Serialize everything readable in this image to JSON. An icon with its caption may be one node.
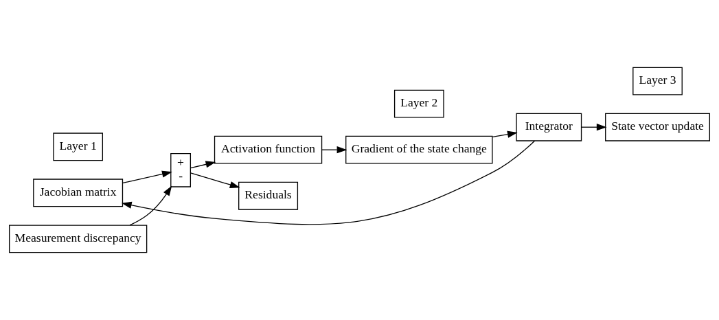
{
  "diagram": {
    "nodes": [
      {
        "text": [
          "Layer 1"
        ]
      },
      {
        "text": [
          "Layer 2"
        ]
      },
      {
        "text": [
          "Layer 3"
        ]
      },
      {
        "text": [
          "Jacobian matrix"
        ]
      },
      {
        "text": [
          "+",
          "-"
        ]
      },
      {
        "text": [
          "Activation function"
        ]
      },
      {
        "text": [
          "Measurement discrepancy"
        ]
      },
      {
        "text": [
          "Residuals"
        ]
      },
      {
        "text": [
          "Gradient of the state change"
        ]
      },
      {
        "text": [
          "Integrator"
        ]
      },
      {
        "text": [
          "State vector update"
        ]
      }
    ],
    "edges": [
      {
        "from": 9,
        "to": 3,
        "arrow": "to"
      },
      {
        "from": 3,
        "to": 4,
        "arrow": "to"
      },
      {
        "from": 6,
        "to": 4,
        "arrow": "to"
      },
      {
        "from": 4,
        "to": 5,
        "arrow": "to"
      },
      {
        "from": 4,
        "to": 7,
        "arrow": "to"
      },
      {
        "from": 5,
        "to": 8,
        "arrow": "to"
      },
      {
        "from": 8,
        "to": 9,
        "arrow": "to"
      },
      {
        "from": 9,
        "to": 10,
        "arrow": "to"
      }
    ]
  }
}
